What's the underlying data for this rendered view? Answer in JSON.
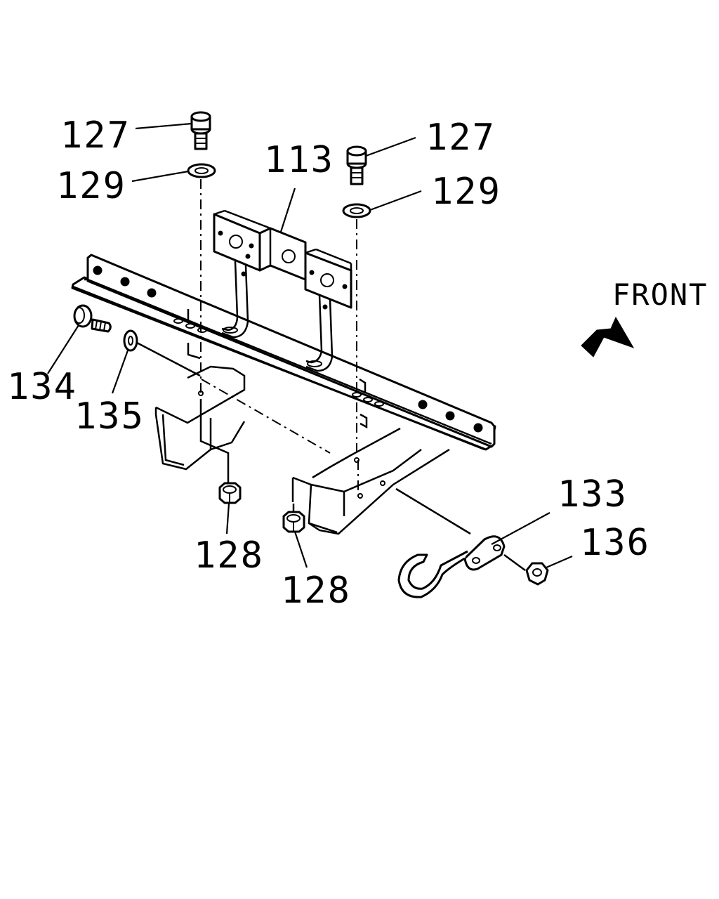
{
  "callouts": {
    "bolt_left": "127",
    "bolt_right": "127",
    "washer_left": "129",
    "washer_right": "129",
    "bracket": "113",
    "bolt_side": "134",
    "washer_side": "135",
    "nut_left": "128",
    "nut_right": "128",
    "hook": "133",
    "hook_nut": "136"
  },
  "direction_label": "FRONT",
  "colors": {
    "ink": "#000000",
    "paper": "#ffffff"
  },
  "icons": {
    "direction_arrow": "front-arrow-icon"
  }
}
